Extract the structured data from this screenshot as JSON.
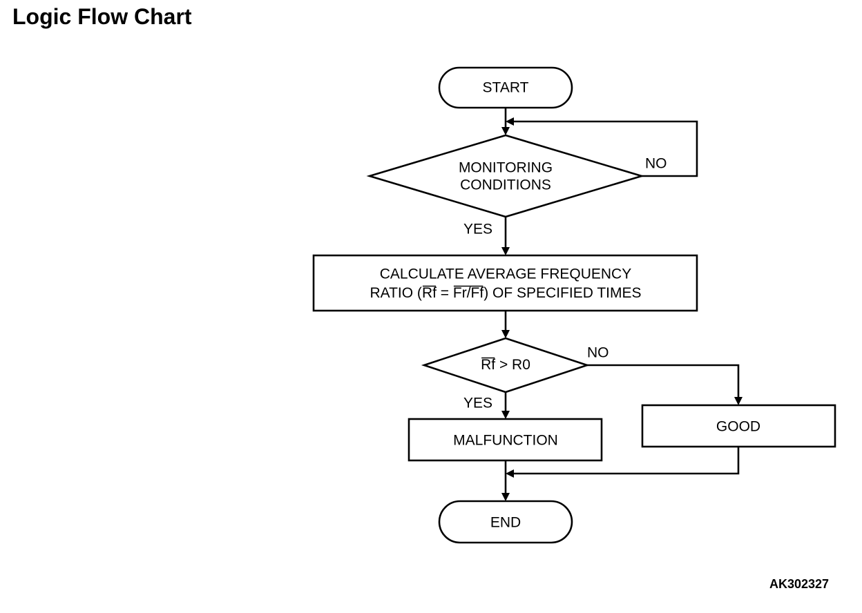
{
  "title": "Logic Flow Chart",
  "figure_id": "AK302327",
  "flowchart": {
    "start": "START",
    "monitor_line1": "MONITORING",
    "monitor_line2": "CONDITIONS",
    "monitor_no": "NO",
    "monitor_yes": "YES",
    "calc_line1": "CALCULATE AVERAGE FREQUENCY",
    "calc_line2_pre": "RATIO (",
    "calc_rf": "Rf",
    "calc_eq": " = ",
    "calc_frff": "Fr/Ff",
    "calc_line2_post": ") OF SPECIFIED TIMES",
    "cond_rf": "Rf",
    "cond_rest": " > R0",
    "cond_no": "NO",
    "cond_yes": "YES",
    "malfunction": "MALFUNCTION",
    "good": "GOOD",
    "end": "END"
  }
}
